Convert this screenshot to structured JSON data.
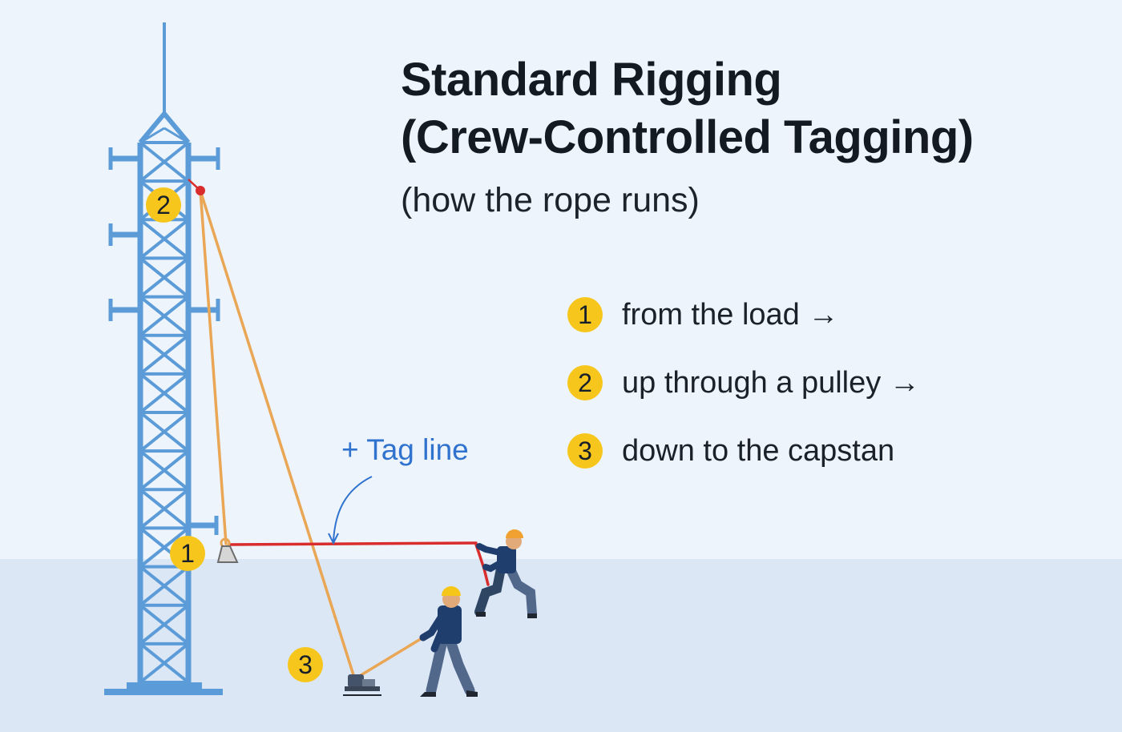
{
  "title": {
    "line1": "Standard Rigging",
    "line2": "(Crew-Controlled Tagging)"
  },
  "subtitle": "(how the rope runs)",
  "steps": [
    {
      "number": "1",
      "text": "from the load →"
    },
    {
      "number": "2",
      "text": "up through a pulley →"
    },
    {
      "number": "3",
      "text": "down to the capstan"
    }
  ],
  "tag_line_label": "+ Tag line",
  "markers": {
    "load": "1",
    "pulley": "2",
    "capstan": "3"
  },
  "colors": {
    "background": "#eef4fc",
    "ground": "#dce7f6",
    "tower": "#5b9bd8",
    "rope": "#e9a654",
    "tag_line": "#d92c2c",
    "badge": "#f7c61c",
    "label_blue": "#2f73cf"
  }
}
